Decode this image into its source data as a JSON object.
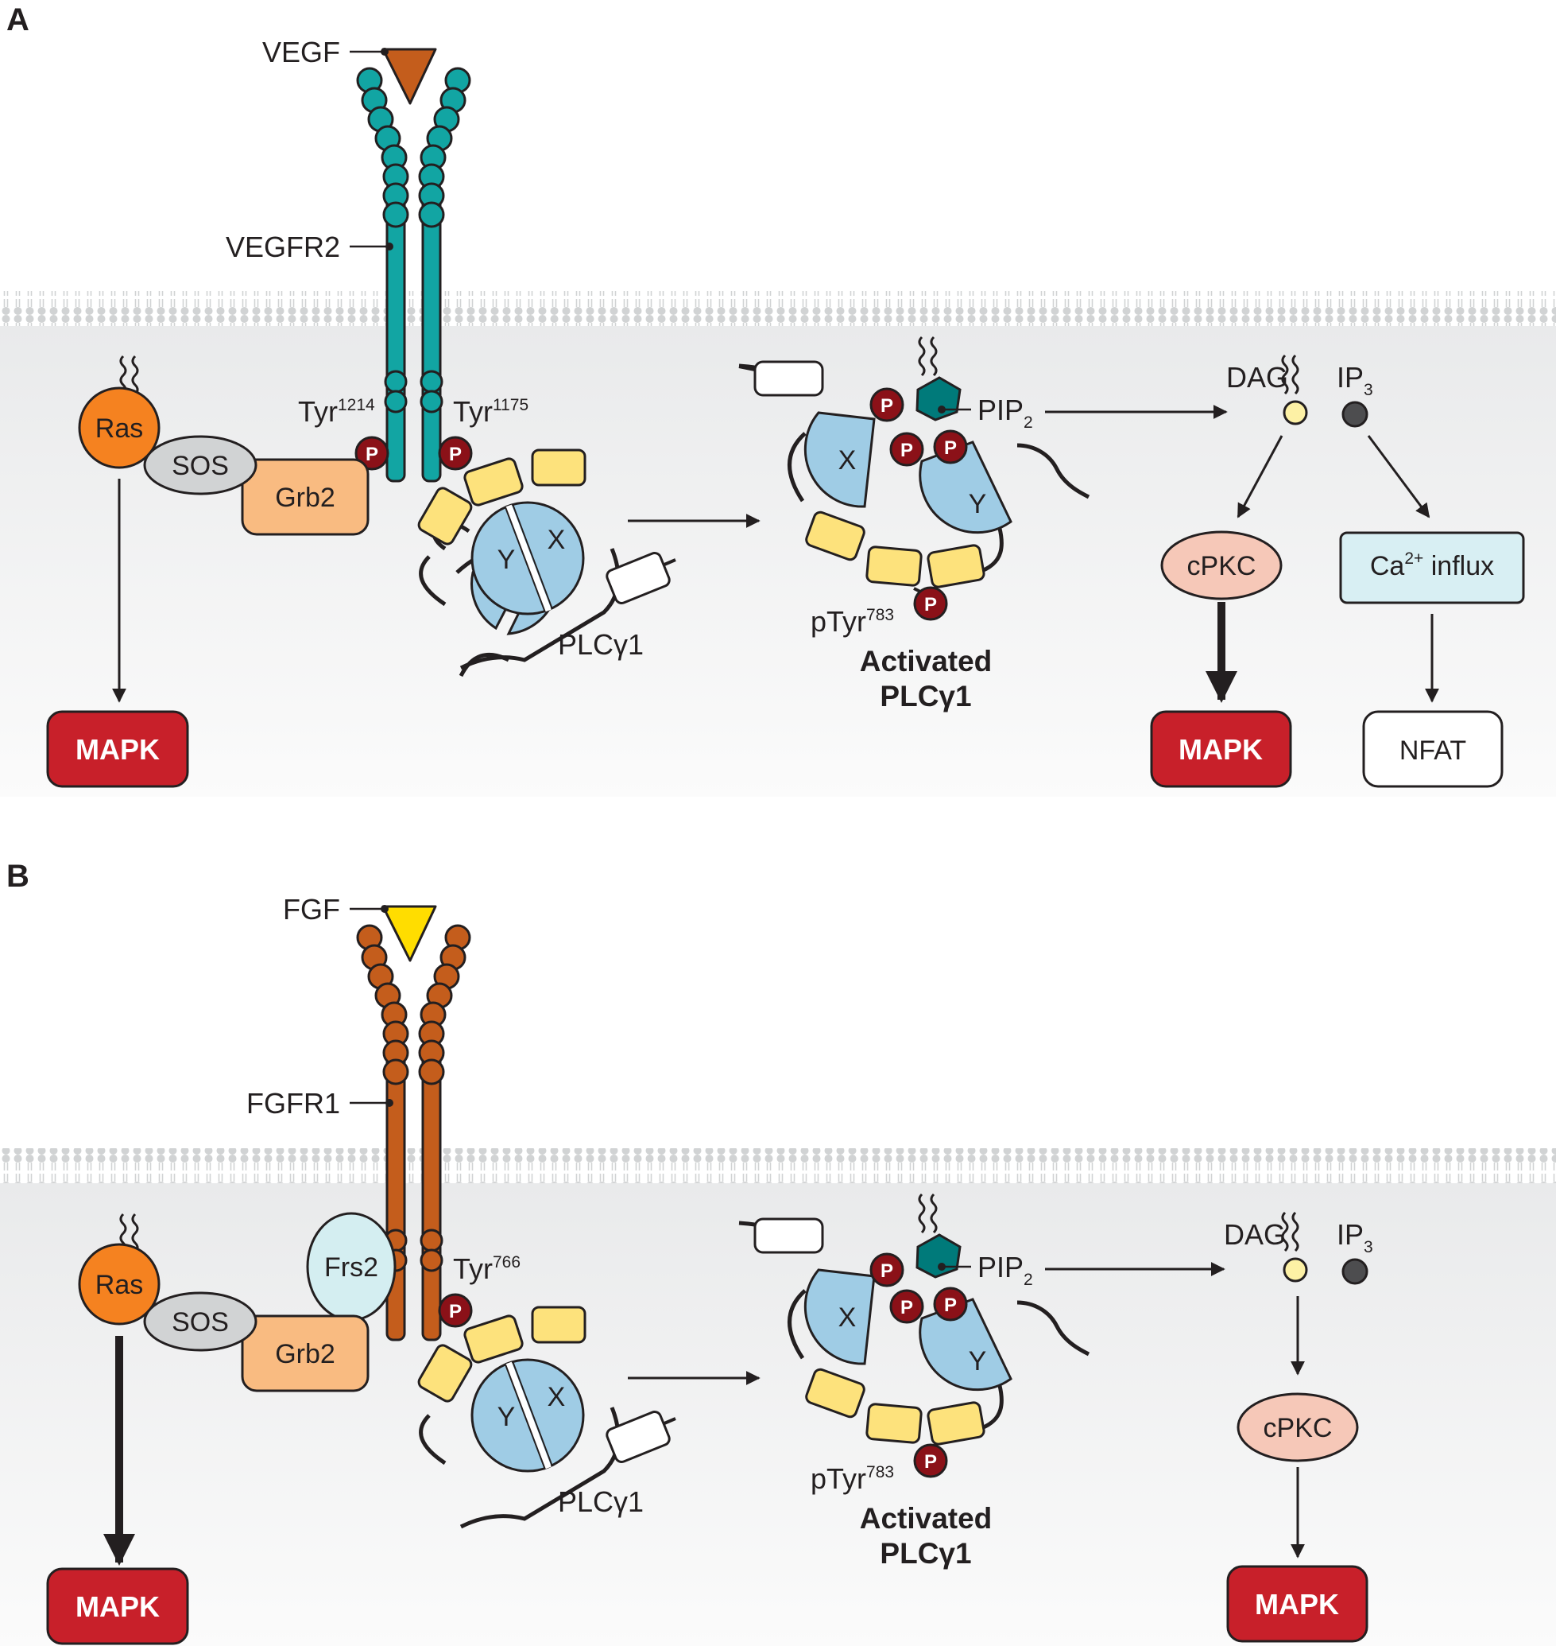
{
  "panels": [
    {
      "panel_label": "A",
      "ligand": "VEGF",
      "receptor": "VEGFR2",
      "adaptor": "Grb2",
      "exchange_factor": "SOS",
      "gtpase": "Ras",
      "left_tyr": {
        "base": "Tyr",
        "sup": "1214"
      },
      "right_tyr": {
        "base": "Tyr",
        "sup": "1175"
      },
      "plc_label": "PLCγ1",
      "domain_x": "X",
      "domain_y": "Y",
      "phospho": "P",
      "ptyr": {
        "base": "pTyr",
        "sup": "783"
      },
      "pip2": {
        "base": "PIP",
        "sub": "2"
      },
      "activated_line1": "Activated",
      "activated_line2": "PLCγ1",
      "dag": "DAG",
      "ip3": {
        "base": "IP",
        "sub": "3"
      },
      "cpkc": "cPKC",
      "calcium": {
        "base": "Ca",
        "sup": "2+",
        "rest": " influx"
      },
      "nfat": "NFAT",
      "mapk_left": "MAPK",
      "mapk_right": "MAPK"
    },
    {
      "panel_label": "B",
      "ligand": "FGF",
      "receptor": "FGFR1",
      "adaptor": "Grb2",
      "exchange_factor": "SOS",
      "gtpase": "Ras",
      "docking": "Frs2",
      "right_tyr": {
        "base": "Tyr",
        "sup": "766"
      },
      "plc_label": "PLCγ1",
      "domain_x": "X",
      "domain_y": "Y",
      "phospho": "P",
      "ptyr": {
        "base": "pTyr",
        "sup": "783"
      },
      "pip2": {
        "base": "PIP",
        "sub": "2"
      },
      "activated_line1": "Activated",
      "activated_line2": "PLCγ1",
      "dag": "DAG",
      "ip3": {
        "base": "IP",
        "sub": "3"
      },
      "cpkc": "cPKC",
      "mapk_left": "MAPK",
      "mapk_right": "MAPK"
    }
  ],
  "colors": {
    "vegfr2": "#12a5a3",
    "fgfr1": "#c45d1c",
    "vegf": "#c45d1c",
    "fgf": "#ffdd00",
    "ras": "#f58220",
    "grb2": "#f9bb81",
    "sos": "#d1d3d4",
    "frs2": "#d4eef1",
    "domain": "#9fcce5",
    "sh_domain": "#fde27c",
    "phospho": "#8b1118",
    "pip2": "#007a7a",
    "mapk": "#c8202a",
    "cpkc": "#f6c8b8",
    "calcium": "#d8eff3",
    "dag": "#fdf1a5",
    "ip3": "#4d4d4f",
    "membrane": "#d1d3d4"
  }
}
